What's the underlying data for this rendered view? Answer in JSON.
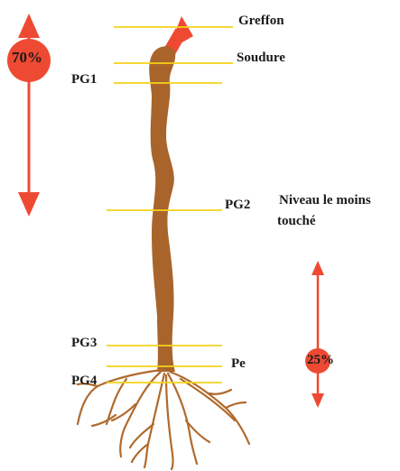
{
  "labels": {
    "greffon": "Greffon",
    "soudure": "Soudure",
    "pg1": "PG1",
    "pg2": "PG2",
    "pg3": "PG3",
    "pg4": "PG4",
    "pe": "Pe",
    "niveau_line1": "Niveau le moins",
    "niveau_line2": "touché"
  },
  "percentages": {
    "upper": "70%",
    "lower": "25%"
  },
  "colors": {
    "level_line": "#f5d21a",
    "root": "#a8642a",
    "arrow": "#ee4a33",
    "text": "#1a1a1a"
  }
}
